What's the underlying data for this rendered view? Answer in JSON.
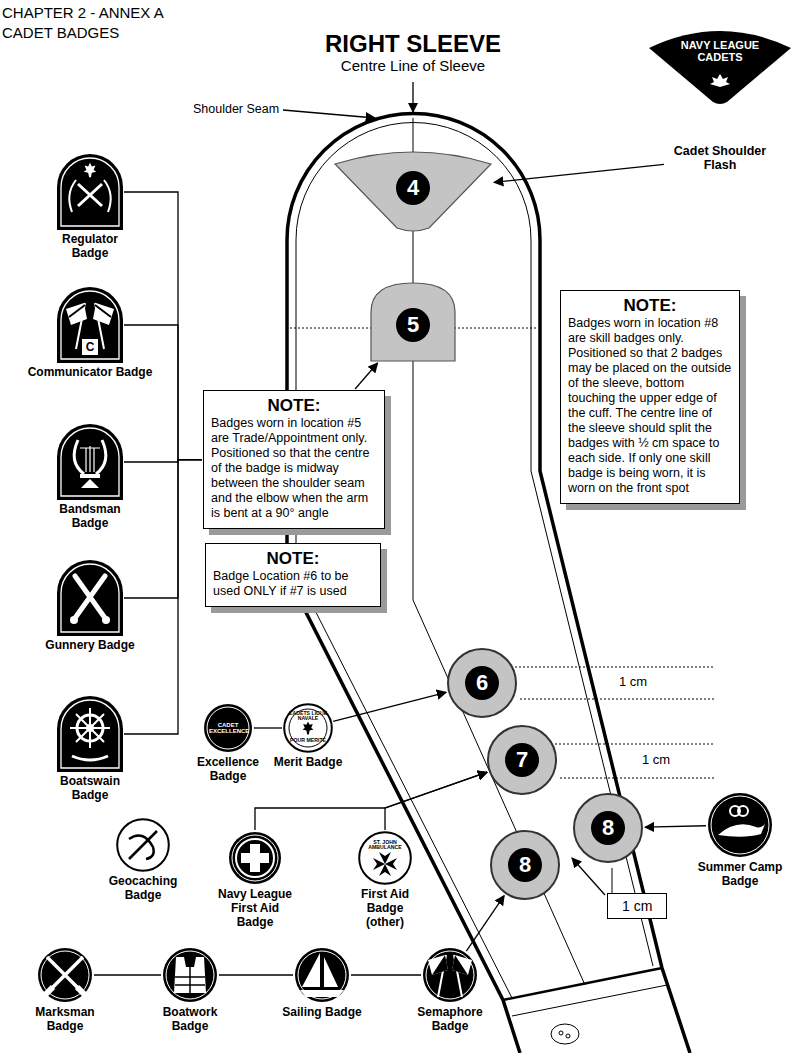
{
  "diagram": {
    "title": "RIGHT SLEEVE",
    "nodes": [
      {
        "text": [
          "NAVY LEAGUE CADETS",
          "Cadet Shoulder Flash"
        ]
      },
      {
        "text": [
          "4"
        ]
      },
      {
        "text": [
          "Regulator Badge"
        ]
      },
      {
        "text": [
          "5"
        ]
      },
      {
        "text": [
          "NOTE:",
          "Badges worn in location #5 are Trade/Appointment only. Positioned so that the centre of the badge is midway between the shoulder seam and the elbow when the arm is bent at a 90° angle"
        ]
      },
      {
        "text": [
          "NOTE:",
          "Badges worn in location #8 are skill badges only. Positioned so that 2 badges may be placed on the outside of the sleeve, bottom touching the upper edge of the cuff. The centre line of the sleeve should split the badges with ½ cm space to each side. If only one skill badge is being worn, it is worn on the front spot"
        ]
      },
      {
        "text": [
          "C",
          "Communicator Badge"
        ]
      },
      {
        "text": [
          "Bandsman Badge"
        ]
      },
      {
        "text": [
          "NOTE:",
          "Badge Location #6 to be used ONLY if #7 is used"
        ]
      },
      {
        "text": [
          "Gunnery Badge"
        ]
      },
      {
        "text": [
          "6"
        ]
      },
      {
        "text": [
          "Boatswain Badge"
        ]
      },
      {
        "text": [
          "CADET EXCELLENCE",
          "Excellence Badge"
        ]
      },
      {
        "text": [
          "CADETS LIGUE NAVALE",
          "POUR MERITE",
          "Merit Badge"
        ]
      },
      {
        "text": [
          "7"
        ]
      },
      {
        "text": [
          "8"
        ]
      },
      {
        "text": [
          "Summer Camp Badge"
        ]
      },
      {
        "text": [
          "Geocaching Badge"
        ]
      },
      {
        "text": [
          "Navy League First Aid Badge"
        ]
      },
      {
        "text": [
          "ST. JOHN AMBULANCE",
          "First Aid Badge (other)"
        ]
      },
      {
        "text": [
          "8"
        ]
      },
      {
        "text": [
          "1 cm"
        ]
      },
      {
        "text": [
          "Marksman Badge"
        ]
      },
      {
        "text": [
          "Boatwork Badge"
        ]
      },
      {
        "text": [
          "Sailing Badge"
        ]
      },
      {
        "text": [
          "Semaphore Badge"
        ]
      }
    ],
    "edges": [
      {
        "from": 0,
        "to": 1,
        "arrow": "to"
      },
      {
        "from": 2,
        "to": 4,
        "arrow": "none"
      },
      {
        "from": 6,
        "to": 4,
        "arrow": "none"
      },
      {
        "from": 7,
        "to": 4,
        "arrow": "none"
      },
      {
        "from": 9,
        "to": 4,
        "arrow": "none"
      },
      {
        "from": 11,
        "to": 4,
        "arrow": "none"
      },
      {
        "from": 4,
        "to": 3,
        "arrow": "to"
      },
      {
        "from": 12,
        "to": 13,
        "arrow": "none"
      },
      {
        "from": 13,
        "to": 10,
        "arrow": "to"
      },
      {
        "from": 18,
        "to": 14,
        "arrow": "to"
      },
      {
        "from": 19,
        "to": 14,
        "arrow": "to"
      },
      {
        "from": 16,
        "to": 15,
        "arrow": "to"
      },
      {
        "from": 22,
        "to": 23,
        "arrow": "none"
      },
      {
        "from": 23,
        "to": 24,
        "arrow": "none"
      },
      {
        "from": 24,
        "to": 25,
        "arrow": "none"
      },
      {
        "from": 25,
        "to": 20,
        "arrow": "to"
      }
    ],
    "labels": [
      "CHAPTER 2 - ANNEX A",
      "CADET BADGES",
      "Centre Line of Sleeve",
      "Shoulder Seam",
      "1 cm",
      "1 cm"
    ]
  }
}
